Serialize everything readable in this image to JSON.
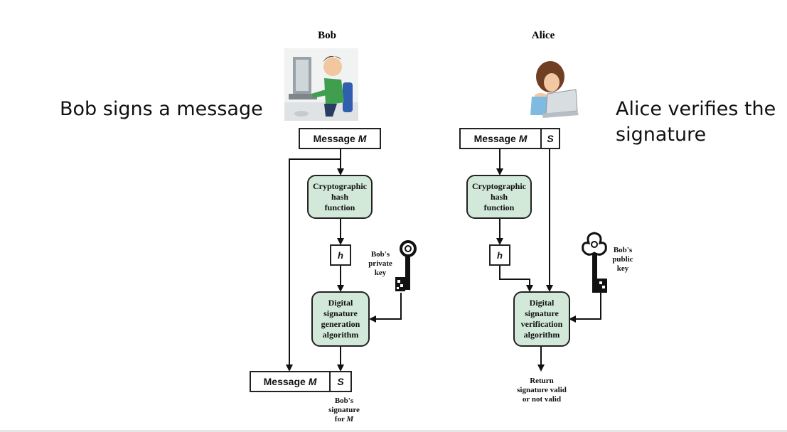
{
  "captions": {
    "left": "Bob signs a message",
    "right_line1": "Alice verifies the",
    "right_line2": "signature"
  },
  "people": {
    "bob": "Bob",
    "alice": "Alice"
  },
  "bob_side": {
    "message_box": {
      "text": "Message ",
      "var": "M"
    },
    "hash_block": [
      "Cryptographic",
      "hash",
      "function"
    ],
    "hash_value": "h",
    "key_label": [
      "Bob's",
      "private",
      "key"
    ],
    "sign_block": [
      "Digital",
      "signature",
      "generation",
      "algorithm"
    ],
    "output_message": {
      "text": "Message ",
      "var": "M"
    },
    "output_sig": "S",
    "sig_label": [
      "Bob's",
      "signature",
      "for "
    ],
    "sig_label_var": "M"
  },
  "alice_side": {
    "message_box": {
      "text": "Message ",
      "var": "M"
    },
    "sig_value": "S",
    "hash_block": [
      "Cryptographic",
      "hash",
      "function"
    ],
    "hash_value": "h",
    "key_label": [
      "Bob's",
      "public",
      "key"
    ],
    "verify_block": [
      "Digital",
      "signature",
      "verification",
      "algorithm"
    ],
    "result": [
      "Return",
      "signature valid",
      "or not valid"
    ]
  },
  "colors": {
    "process_fill": "#d2e8d8",
    "stroke": "#222222"
  },
  "icons": [
    "bob-illustration-icon",
    "alice-illustration-icon",
    "private-key-icon",
    "public-key-icon"
  ]
}
